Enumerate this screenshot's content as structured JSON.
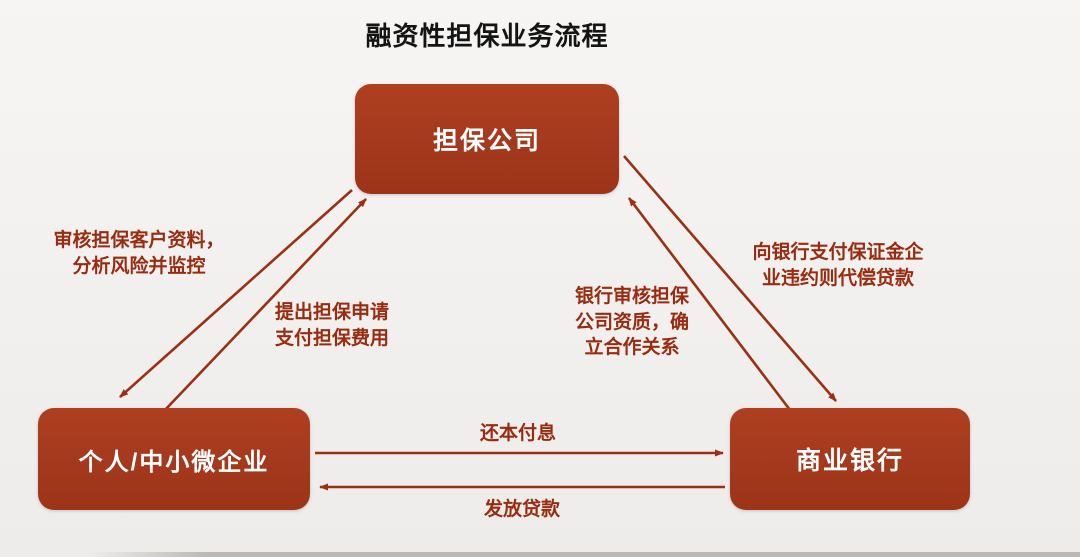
{
  "title": "融资性担保业务流程",
  "colors": {
    "node_fill": "#a63a1e",
    "label_text": "#992c10",
    "arrow": "#9b3012",
    "node_text": "#ffffff",
    "background_top": "#f6f5f3",
    "background_bottom": "#eeecea",
    "title_text": "#141414"
  },
  "nodes": {
    "guarantee_company": {
      "label": "担保公司"
    },
    "individual_sme": {
      "label": "个人/中小微企业"
    },
    "commercial_bank": {
      "label": "商业银行"
    }
  },
  "edge_labels": {
    "review_and_monitor": "审核担保客户资料，\n分析风险并监控",
    "apply_and_pay": "提出担保申请\n支付担保费用",
    "bank_review_qualification": "银行审核担保\n公司资质，确\n立合作关系",
    "pay_deposit_compensate": "向银行支付保证金企\n业违约则代偿贷款",
    "repay_principal_interest": "还本付息",
    "issue_loan": "发放贷款"
  }
}
